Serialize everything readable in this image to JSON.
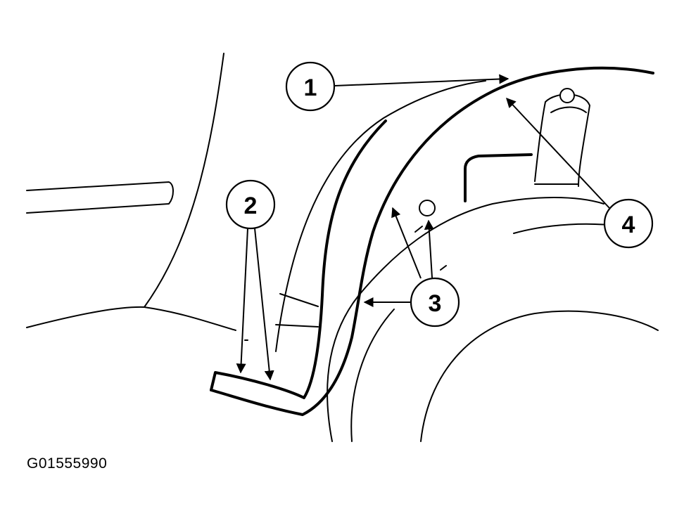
{
  "callouts": [
    {
      "id": "1",
      "label": "1"
    },
    {
      "id": "2",
      "label": "2"
    },
    {
      "id": "3",
      "label": "3"
    },
    {
      "id": "4",
      "label": "4"
    }
  ],
  "figure_code": "G01555990"
}
